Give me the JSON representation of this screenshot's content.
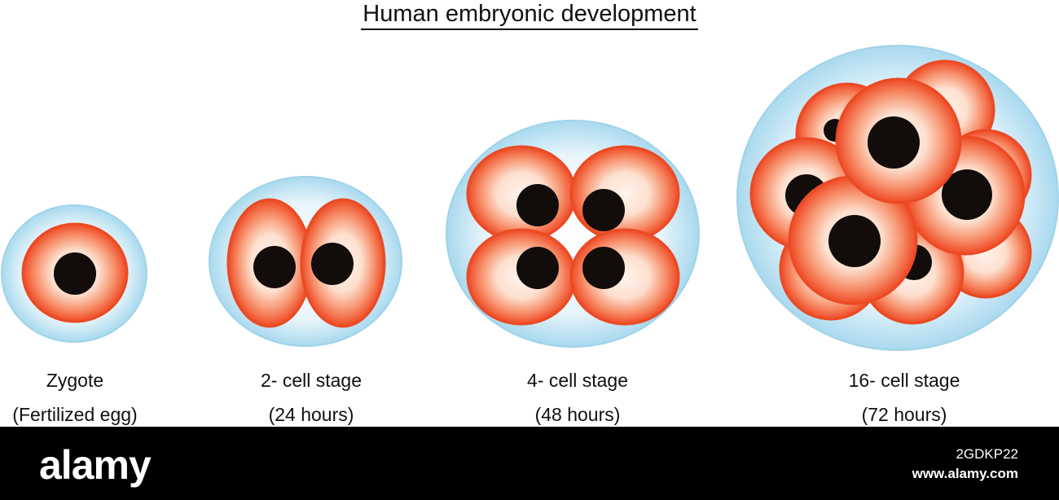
{
  "title": "Human embryonic development",
  "stages": [
    {
      "name": "Zygote",
      "detail": "(Fertilized egg)"
    },
    {
      "name": "2- cell stage",
      "detail": "(24 hours)"
    },
    {
      "name": "4- cell stage",
      "detail": "(48 hours)"
    },
    {
      "name": "16- cell stage",
      "detail": "(72 hours)"
    }
  ],
  "watermark": {
    "brand": "alamy",
    "image_id": "2GDKP22",
    "url": "www.alamy.com"
  },
  "colors": {
    "membrane": "#bfe3f3",
    "membrane_edge": "#8fcde9",
    "cell_outer": "#f0502a",
    "cell_inner": "#fde0cf",
    "nucleus": "#120c0a",
    "footer": "#000000"
  }
}
